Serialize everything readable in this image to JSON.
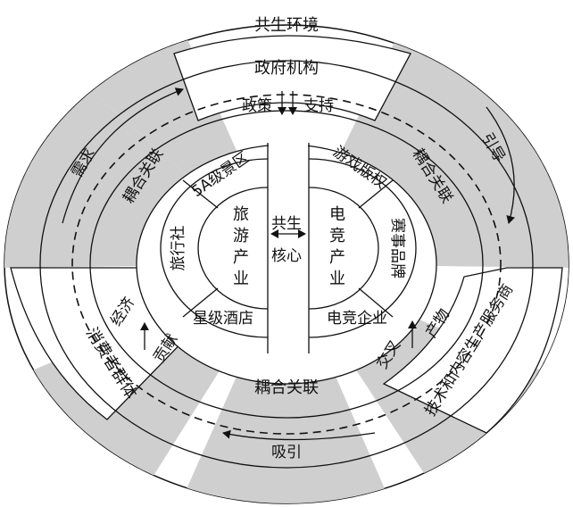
{
  "rings": {
    "outermost": "共生环境",
    "government": "政府机构",
    "consumers": "消费者群体",
    "providers": "技术和内容生产服务商"
  },
  "flows": {
    "demand": "需求",
    "guide": "引导",
    "attract": "吸引",
    "policy": "政策",
    "support": "支持",
    "economy": "经济",
    "contribution": "贡献",
    "cross": "交叉",
    "product": "产物"
  },
  "coupling": {
    "left": "耦合关联",
    "right": "耦合关联",
    "bottom": "耦合关联"
  },
  "tourism": {
    "core_label": "旅游产业",
    "scenic": "5A级景区",
    "agency": "旅行社",
    "hotel": "星级酒店"
  },
  "esports": {
    "core_label": "电竞产业",
    "copyright": "游戏版权",
    "brand": "赛事品牌",
    "company": "电竞企业"
  },
  "center": "共生核心"
}
